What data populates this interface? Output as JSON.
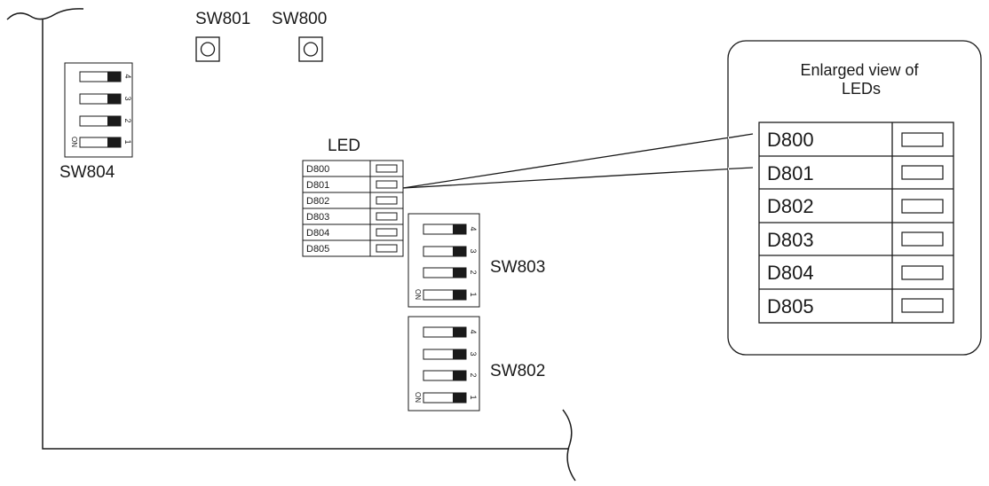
{
  "push_buttons": [
    {
      "label": "SW801"
    },
    {
      "label": "SW800"
    }
  ],
  "dip_switches": [
    {
      "label": "SW804",
      "on_label": "ON",
      "positions": [
        "4",
        "3",
        "2",
        "1"
      ]
    },
    {
      "label": "SW803",
      "on_label": "ON",
      "positions": [
        "4",
        "3",
        "2",
        "1"
      ]
    },
    {
      "label": "SW802",
      "on_label": "ON",
      "positions": [
        "4",
        "3",
        "2",
        "1"
      ]
    }
  ],
  "led_panel": {
    "title": "LED",
    "leds": [
      "D800",
      "D801",
      "D802",
      "D803",
      "D804",
      "D805"
    ]
  },
  "callout": {
    "title_line1": "Enlarged view of",
    "title_line2": "LEDs",
    "leds": [
      "D800",
      "D801",
      "D802",
      "D803",
      "D804",
      "D805"
    ]
  }
}
